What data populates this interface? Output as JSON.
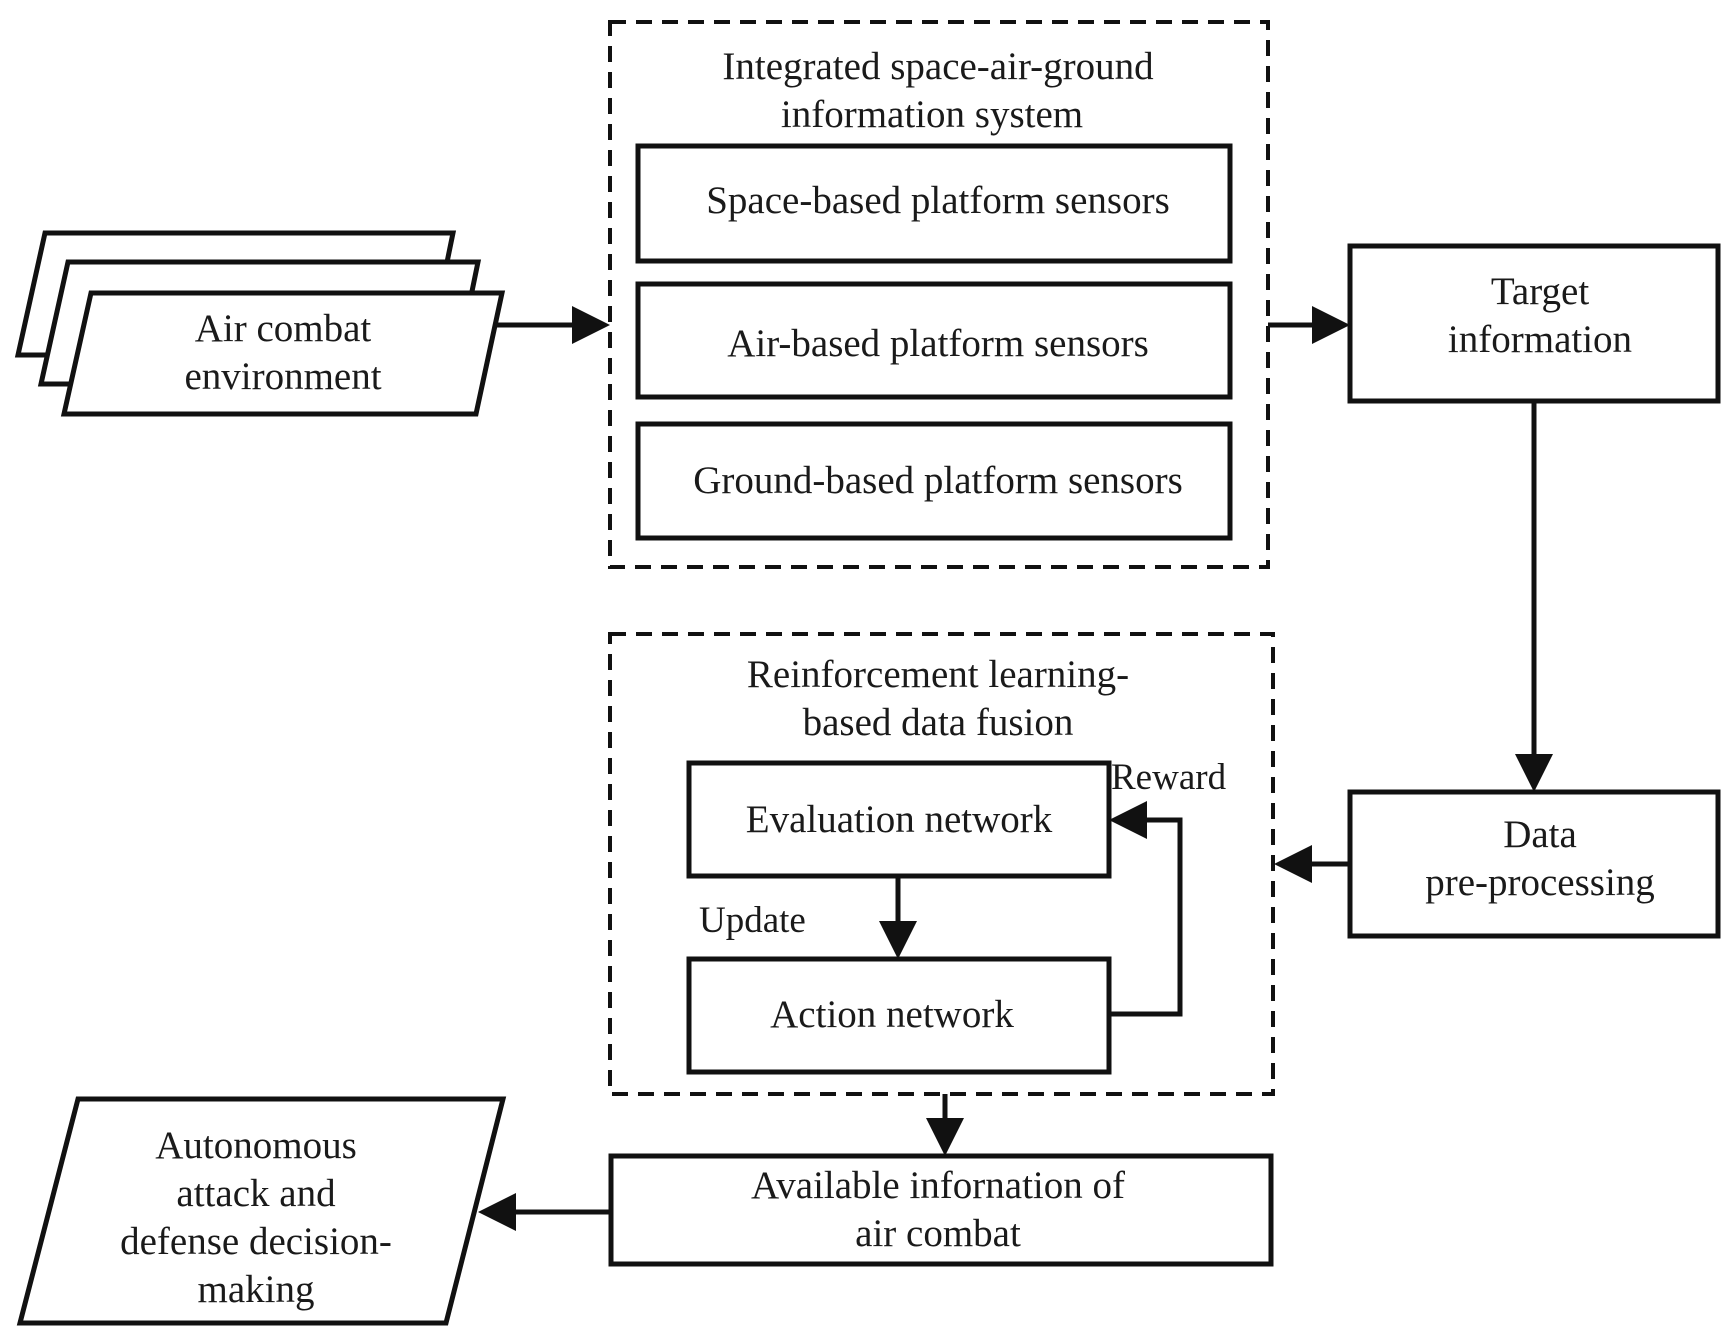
{
  "nodes": {
    "env": {
      "lines": [
        "Air combat",
        "environment"
      ]
    },
    "integrated": {
      "lines": [
        "Integrated space-air-ground",
        "information system"
      ]
    },
    "space": {
      "text": "Space-based platform sensors"
    },
    "air": {
      "text": "Air-based platform sensors"
    },
    "ground": {
      "text": "Ground-based platform sensors"
    },
    "target": {
      "lines": [
        "Target",
        "information"
      ]
    },
    "rl": {
      "lines": [
        "Reinforcement learning-",
        "based data fusion"
      ]
    },
    "evaluation": {
      "text": "Evaluation network"
    },
    "action": {
      "text": "Action network"
    },
    "preproc": {
      "lines": [
        "Data",
        "pre-processing"
      ]
    },
    "available": {
      "lines": [
        "Available infornation of",
        "air combat"
      ]
    },
    "decision": {
      "lines": [
        "Autonomous",
        "attack and",
        "defense decision-",
        "making"
      ]
    }
  },
  "edge_labels": {
    "reward": "Reward",
    "update": "Update"
  }
}
